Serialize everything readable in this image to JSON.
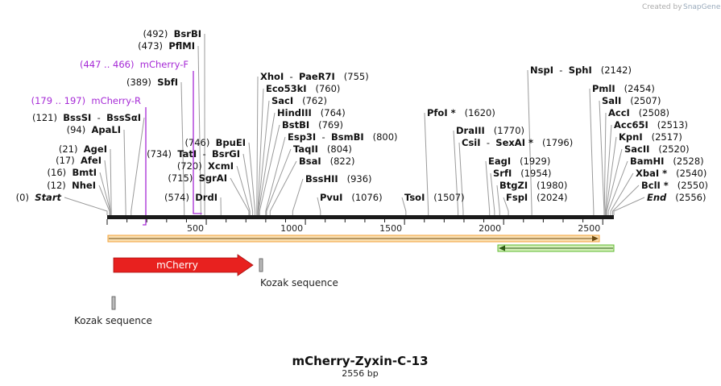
{
  "app": {
    "credit_text": "Created by",
    "brand": "SnapGene"
  },
  "map": {
    "title": "mCherry-Zyxin-C-13",
    "length_label": "2556 bp",
    "length": 2556,
    "ruler_ticks": [
      "500",
      "1000",
      "1500",
      "2000",
      "2500"
    ],
    "ruler_values": [
      500,
      1000,
      1500,
      2000,
      2500
    ],
    "colors": {
      "orf": "#f2a23a",
      "green_orf": "#5cb82e",
      "mcherry": "#e8211f",
      "primer": "#a62ad6"
    }
  },
  "sites": [
    {
      "parts": [
        {
          "t": "(0)  "
        },
        {
          "t": "Start",
          "s": "i"
        }
      ],
      "pos": 0
    },
    {
      "parts": [
        {
          "t": "(12)  "
        },
        {
          "t": "NheI",
          "s": "b"
        }
      ],
      "pos": 12
    },
    {
      "parts": [
        {
          "t": "(16)  "
        },
        {
          "t": "BmtI",
          "s": "b"
        }
      ],
      "pos": 16
    },
    {
      "parts": [
        {
          "t": "(17)  "
        },
        {
          "t": "AfeI",
          "s": "b"
        }
      ],
      "pos": 17
    },
    {
      "parts": [
        {
          "t": "(21)  "
        },
        {
          "t": "AgeI",
          "s": "b"
        }
      ],
      "pos": 21
    },
    {
      "parts": [
        {
          "t": "(94)  "
        },
        {
          "t": "ApaLI",
          "s": "b"
        }
      ],
      "pos": 94
    },
    {
      "parts": [
        {
          "t": "(121)  "
        },
        {
          "t": "BssSI",
          "s": "b"
        },
        {
          "t": "  -  "
        },
        {
          "t": "BssSαI",
          "s": "b"
        }
      ],
      "pos": 121
    },
    {
      "parts": [
        {
          "t": "(389)  "
        },
        {
          "t": "SbfI",
          "s": "b"
        }
      ],
      "pos": 389
    },
    {
      "parts": [
        {
          "t": "(473)  "
        },
        {
          "t": "PflMI",
          "s": "b"
        }
      ],
      "pos": 473
    },
    {
      "parts": [
        {
          "t": "(492)  "
        },
        {
          "t": "BsrBI",
          "s": "b"
        }
      ],
      "pos": 492
    },
    {
      "parts": [
        {
          "t": "(574)  "
        },
        {
          "t": "DrdI",
          "s": "b"
        }
      ],
      "pos": 574
    },
    {
      "parts": [
        {
          "t": "(715)  "
        },
        {
          "t": "SgrAI",
          "s": "b"
        }
      ],
      "pos": 715
    },
    {
      "parts": [
        {
          "t": "(720)  "
        },
        {
          "t": "XcmI",
          "s": "b"
        }
      ],
      "pos": 720
    },
    {
      "parts": [
        {
          "t": "(734)  "
        },
        {
          "t": "TatI",
          "s": "b"
        },
        {
          "t": "  -  "
        },
        {
          "t": "BsrGI",
          "s": "b"
        }
      ],
      "pos": 734
    },
    {
      "parts": [
        {
          "t": "(746)  "
        },
        {
          "t": "BpuEI",
          "s": "b"
        }
      ],
      "pos": 746
    },
    {
      "parts": [
        {
          "t": "XhoI",
          "s": "b"
        },
        {
          "t": "  -  "
        },
        {
          "t": "PaeR7I",
          "s": "b"
        },
        {
          "t": "   (755)"
        }
      ],
      "pos": 755
    },
    {
      "parts": [
        {
          "t": "Eco53kI",
          "s": "b"
        },
        {
          "t": "   (760)"
        }
      ],
      "pos": 760
    },
    {
      "parts": [
        {
          "t": "SacI",
          "s": "b"
        },
        {
          "t": "   (762)"
        }
      ],
      "pos": 762
    },
    {
      "parts": [
        {
          "t": "HindIII",
          "s": "b"
        },
        {
          "t": "   (764)"
        }
      ],
      "pos": 764
    },
    {
      "parts": [
        {
          "t": "BstBI",
          "s": "b"
        },
        {
          "t": "   (769)"
        }
      ],
      "pos": 769
    },
    {
      "parts": [
        {
          "t": "Esp3I",
          "s": "b"
        },
        {
          "t": "  -  "
        },
        {
          "t": "BsmBI",
          "s": "b"
        },
        {
          "t": "   (800)"
        }
      ],
      "pos": 800
    },
    {
      "parts": [
        {
          "t": "TaqII",
          "s": "b"
        },
        {
          "t": "   (804)"
        }
      ],
      "pos": 804
    },
    {
      "parts": [
        {
          "t": "BsaI",
          "s": "b"
        },
        {
          "t": "   (822)"
        }
      ],
      "pos": 822
    },
    {
      "parts": [
        {
          "t": "BssHII",
          "s": "b"
        },
        {
          "t": "   (936)"
        }
      ],
      "pos": 936
    },
    {
      "parts": [
        {
          "t": "PvuI",
          "s": "b"
        },
        {
          "t": "   (1076)"
        }
      ],
      "pos": 1076
    },
    {
      "parts": [
        {
          "t": "TsoI",
          "s": "b"
        },
        {
          "t": "   (1507)"
        }
      ],
      "pos": 1507
    },
    {
      "parts": [
        {
          "t": "PfoI *",
          "s": "b"
        },
        {
          "t": "   (1620)"
        }
      ],
      "pos": 1620
    },
    {
      "parts": [
        {
          "t": "DraIII",
          "s": "b"
        },
        {
          "t": "   (1770)"
        }
      ],
      "pos": 1770
    },
    {
      "parts": [
        {
          "t": "CsiI",
          "s": "b"
        },
        {
          "t": "  -  "
        },
        {
          "t": "SexAI *",
          "s": "b"
        },
        {
          "t": "   (1796)"
        }
      ],
      "pos": 1796
    },
    {
      "parts": [
        {
          "t": "EagI",
          "s": "b"
        },
        {
          "t": "   (1929)"
        }
      ],
      "pos": 1929
    },
    {
      "parts": [
        {
          "t": "SrfI",
          "s": "b"
        },
        {
          "t": "   (1954)"
        }
      ],
      "pos": 1954
    },
    {
      "parts": [
        {
          "t": "BtgZI",
          "s": "b"
        },
        {
          "t": "   (1980)"
        }
      ],
      "pos": 1980
    },
    {
      "parts": [
        {
          "t": "FspI",
          "s": "b"
        },
        {
          "t": "   (2024)"
        }
      ],
      "pos": 2024
    },
    {
      "parts": [
        {
          "t": "NspI",
          "s": "b"
        },
        {
          "t": "  -  "
        },
        {
          "t": "SphI",
          "s": "b"
        },
        {
          "t": "   (2142)"
        }
      ],
      "pos": 2142
    },
    {
      "parts": [
        {
          "t": "PmlI",
          "s": "b"
        },
        {
          "t": "   (2454)"
        }
      ],
      "pos": 2454
    },
    {
      "parts": [
        {
          "t": "SalI",
          "s": "b"
        },
        {
          "t": "   (2507)"
        }
      ],
      "pos": 2507
    },
    {
      "parts": [
        {
          "t": "AccI",
          "s": "b"
        },
        {
          "t": "   (2508)"
        }
      ],
      "pos": 2508
    },
    {
      "parts": [
        {
          "t": "Acc65I",
          "s": "b"
        },
        {
          "t": "   (2513)"
        }
      ],
      "pos": 2513
    },
    {
      "parts": [
        {
          "t": "KpnI",
          "s": "b"
        },
        {
          "t": "   (2517)"
        }
      ],
      "pos": 2517
    },
    {
      "parts": [
        {
          "t": "SacII",
          "s": "b"
        },
        {
          "t": "   (2520)"
        }
      ],
      "pos": 2520
    },
    {
      "parts": [
        {
          "t": "BamHI",
          "s": "b"
        },
        {
          "t": "   (2528)"
        }
      ],
      "pos": 2528
    },
    {
      "parts": [
        {
          "t": "XbaI *",
          "s": "b"
        },
        {
          "t": "   (2540)"
        }
      ],
      "pos": 2540
    },
    {
      "parts": [
        {
          "t": "BclI *",
          "s": "b"
        },
        {
          "t": "   (2550)"
        }
      ],
      "pos": 2550
    },
    {
      "parts": [
        {
          "t": "End",
          "s": "i"
        },
        {
          "t": "   (2556)"
        }
      ],
      "pos": 2556
    }
  ],
  "primers": [
    {
      "range": "(179 .. 197)",
      "name": "mCherry-R",
      "start": 179,
      "end": 197
    },
    {
      "range": "(447 .. 466)",
      "name": "mCherry-F",
      "start": 447,
      "end": 466
    }
  ],
  "features": {
    "mcherry_label": "mCherry",
    "kozak_label": "Kozak sequence"
  }
}
